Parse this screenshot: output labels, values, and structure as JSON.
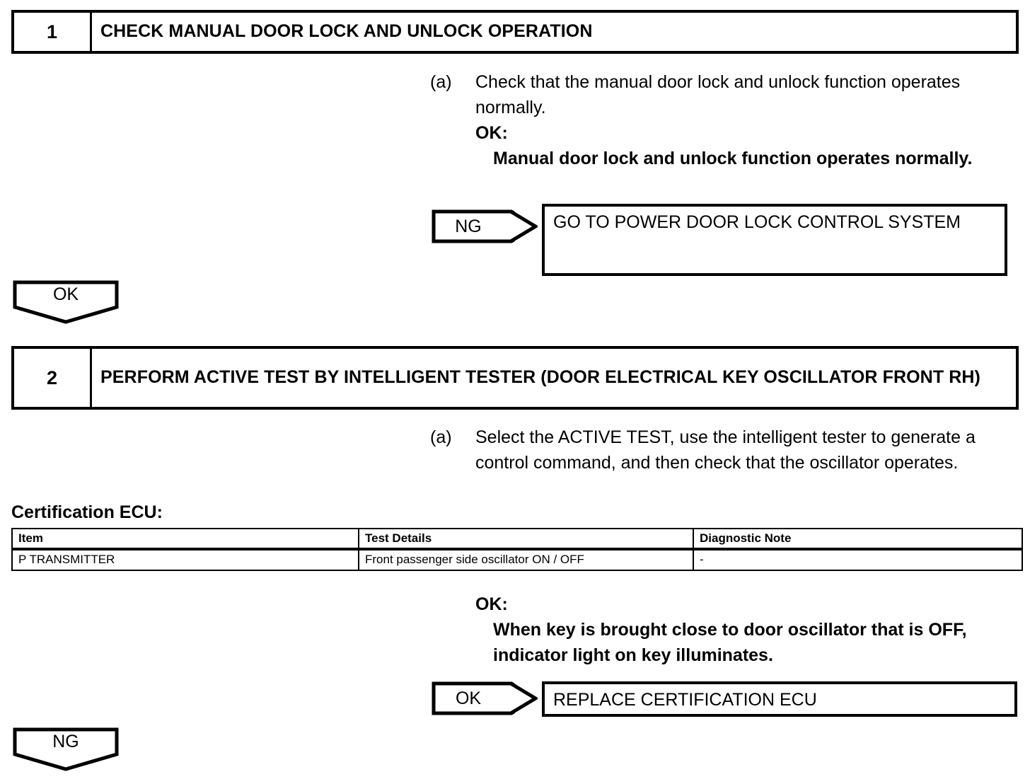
{
  "steps": [
    {
      "number": "1",
      "title": "CHECK MANUAL DOOR LOCK AND UNLOCK OPERATION",
      "procedure": {
        "marker": "(a)",
        "text": "Check that the manual door lock and unlock function operates normally.",
        "ok_label": "OK:",
        "ok_detail": "Manual door lock and unlock function operates normally."
      },
      "branch": {
        "judgement": "NG",
        "result": "GO TO POWER DOOR LOCK CONTROL SYSTEM"
      },
      "continue": "OK"
    },
    {
      "number": "2",
      "title": "PERFORM ACTIVE TEST BY INTELLIGENT TESTER (DOOR ELECTRICAL KEY OSCILLATOR FRONT RH)",
      "procedure": {
        "marker": "(a)",
        "text": "Select the ACTIVE TEST, use the intelligent tester to generate a control command, and then check that the oscillator operates.",
        "ok_label": "OK:",
        "ok_detail": "When key is brought close to door oscillator that is OFF, indicator light on key illuminates."
      },
      "table": {
        "caption": "Certification ECU:",
        "headers": [
          "Item",
          "Test Details",
          "Diagnostic Note"
        ],
        "rows": [
          [
            "P TRANSMITTER",
            "Front passenger side oscillator ON / OFF",
            "-"
          ]
        ]
      },
      "branch": {
        "judgement": "OK",
        "result": "REPLACE CERTIFICATION ECU"
      },
      "continue": "NG"
    }
  ],
  "colors": {
    "ink": "#000000",
    "paper": "#ffffff"
  }
}
